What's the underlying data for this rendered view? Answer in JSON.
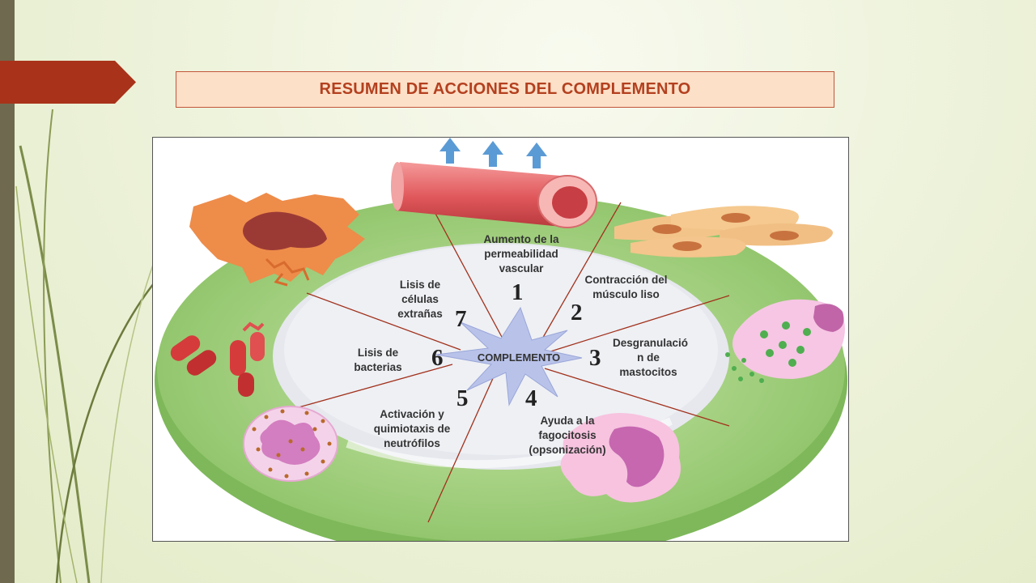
{
  "title": "RESUMEN DE ACCIONES DEL COMPLEMENTO",
  "center": "COMPLEMENTO",
  "actions": [
    {
      "number": "1",
      "label": "Aumento de la permeabilidad vascular"
    },
    {
      "number": "2",
      "label": "Contracción del músculo liso"
    },
    {
      "number": "3",
      "label": "Desgranulació n de mastocitos"
    },
    {
      "number": "4",
      "label": "Ayuda a la fagocitosis (opsonización)"
    },
    {
      "number": "5",
      "label": "Activación y quimiotaxis de neutrófilos"
    },
    {
      "number": "6",
      "label": "Lisis de bacterias"
    },
    {
      "number": "7",
      "label": "Lisis de células extrañas"
    }
  ],
  "colors": {
    "title": "#b3401f",
    "ribbon": "#a8331a",
    "ring": "#9fcf7a",
    "star": "#b9c3ea",
    "lines": "#a2311c"
  }
}
